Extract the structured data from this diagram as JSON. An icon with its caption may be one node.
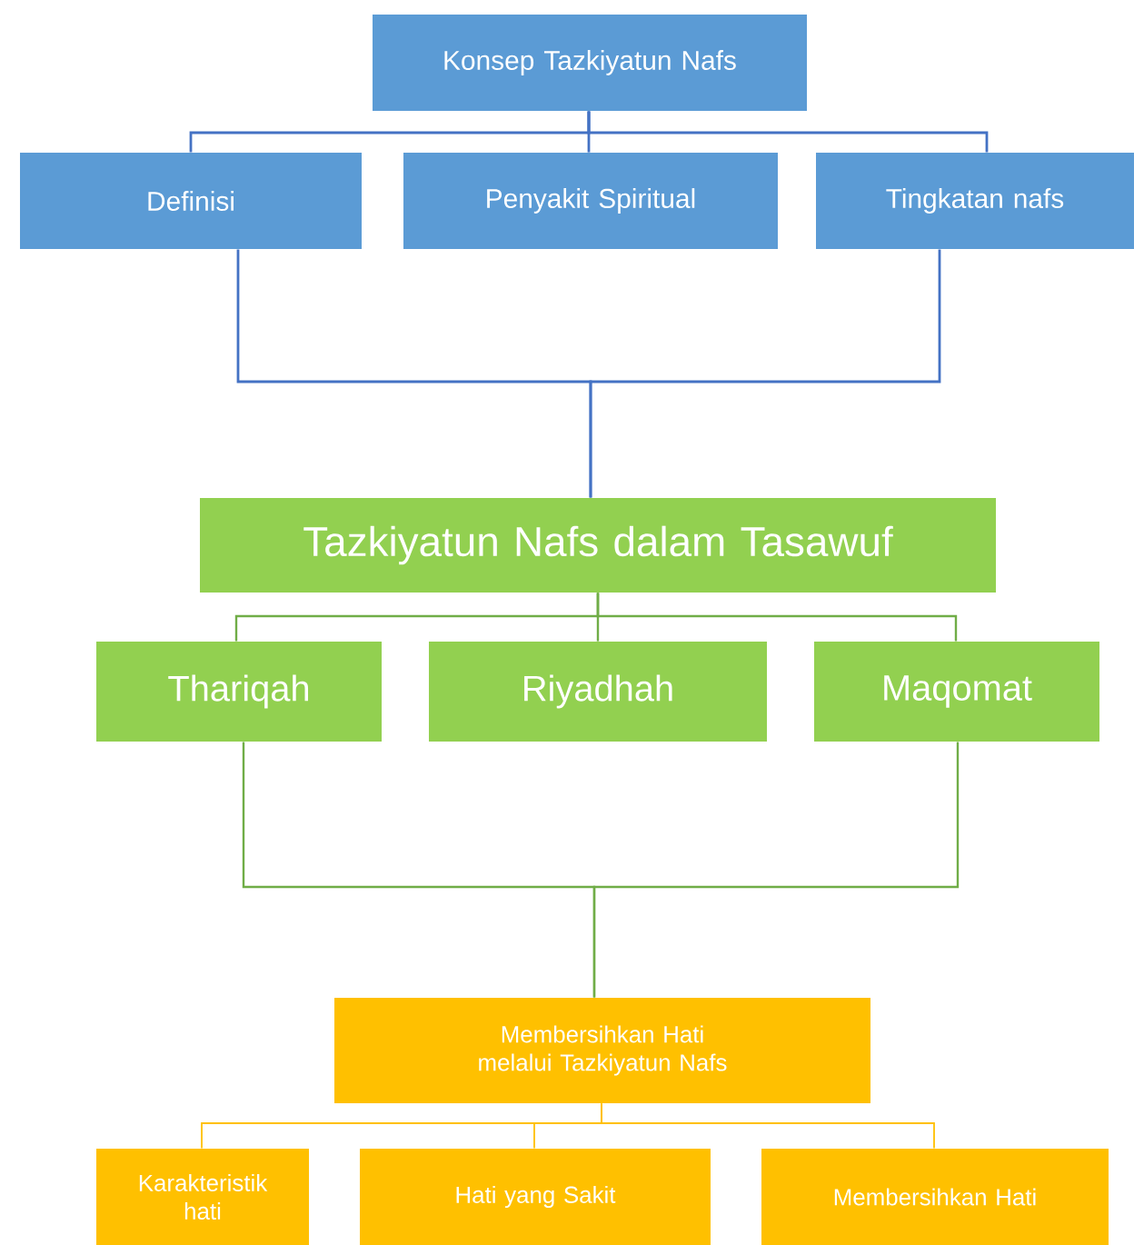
{
  "diagram": {
    "nodes": [
      {
        "text": [
          "Konsep Tazkiyatun Nafs"
        ]
      },
      {
        "text": [
          "Definisi"
        ]
      },
      {
        "text": [
          "Penyakit Spiritual"
        ]
      },
      {
        "text": [
          "Tingkatan nafs"
        ]
      },
      {
        "text": [
          "Tazkiyatun Nafs dalam Tasawuf"
        ]
      },
      {
        "text": [
          "Thariqah"
        ]
      },
      {
        "text": [
          "Riyadhah"
        ]
      },
      {
        "text": [
          "Maqomat"
        ]
      },
      {
        "text": [
          "Membersihkan Hati melalui Tazkiyatun Nafs"
        ]
      },
      {
        "text": [
          "Karakteristik hati"
        ]
      },
      {
        "text": [
          "Hati yang Sakit"
        ]
      },
      {
        "text": [
          "Membersihkan Hati"
        ]
      }
    ],
    "edges": [
      {
        "from": 0,
        "to": 1,
        "arrow": "none"
      },
      {
        "from": 0,
        "to": 2,
        "arrow": "none"
      },
      {
        "from": 0,
        "to": 3,
        "arrow": "none"
      },
      {
        "from": 1,
        "to": 4,
        "arrow": "none"
      },
      {
        "from": 3,
        "to": 4,
        "arrow": "none"
      },
      {
        "from": 4,
        "to": 5,
        "arrow": "none",
        "color": "#70ad47"
      },
      {
        "from": 4,
        "to": 6,
        "arrow": "none",
        "color": "#70ad47"
      },
      {
        "from": 4,
        "to": 7,
        "arrow": "none",
        "color": "#70ad47"
      },
      {
        "from": 5,
        "to": 8,
        "arrow": "none",
        "color": "#70ad47"
      },
      {
        "from": 7,
        "to": 8,
        "arrow": "none",
        "color": "#70ad47"
      },
      {
        "from": 8,
        "to": 9,
        "arrow": "none",
        "color": "#ffc000"
      },
      {
        "from": 8,
        "to": 10,
        "arrow": "none",
        "color": "#ffc000"
      },
      {
        "from": 8,
        "to": 11,
        "arrow": "none",
        "color": "#ffc000"
      }
    ]
  }
}
